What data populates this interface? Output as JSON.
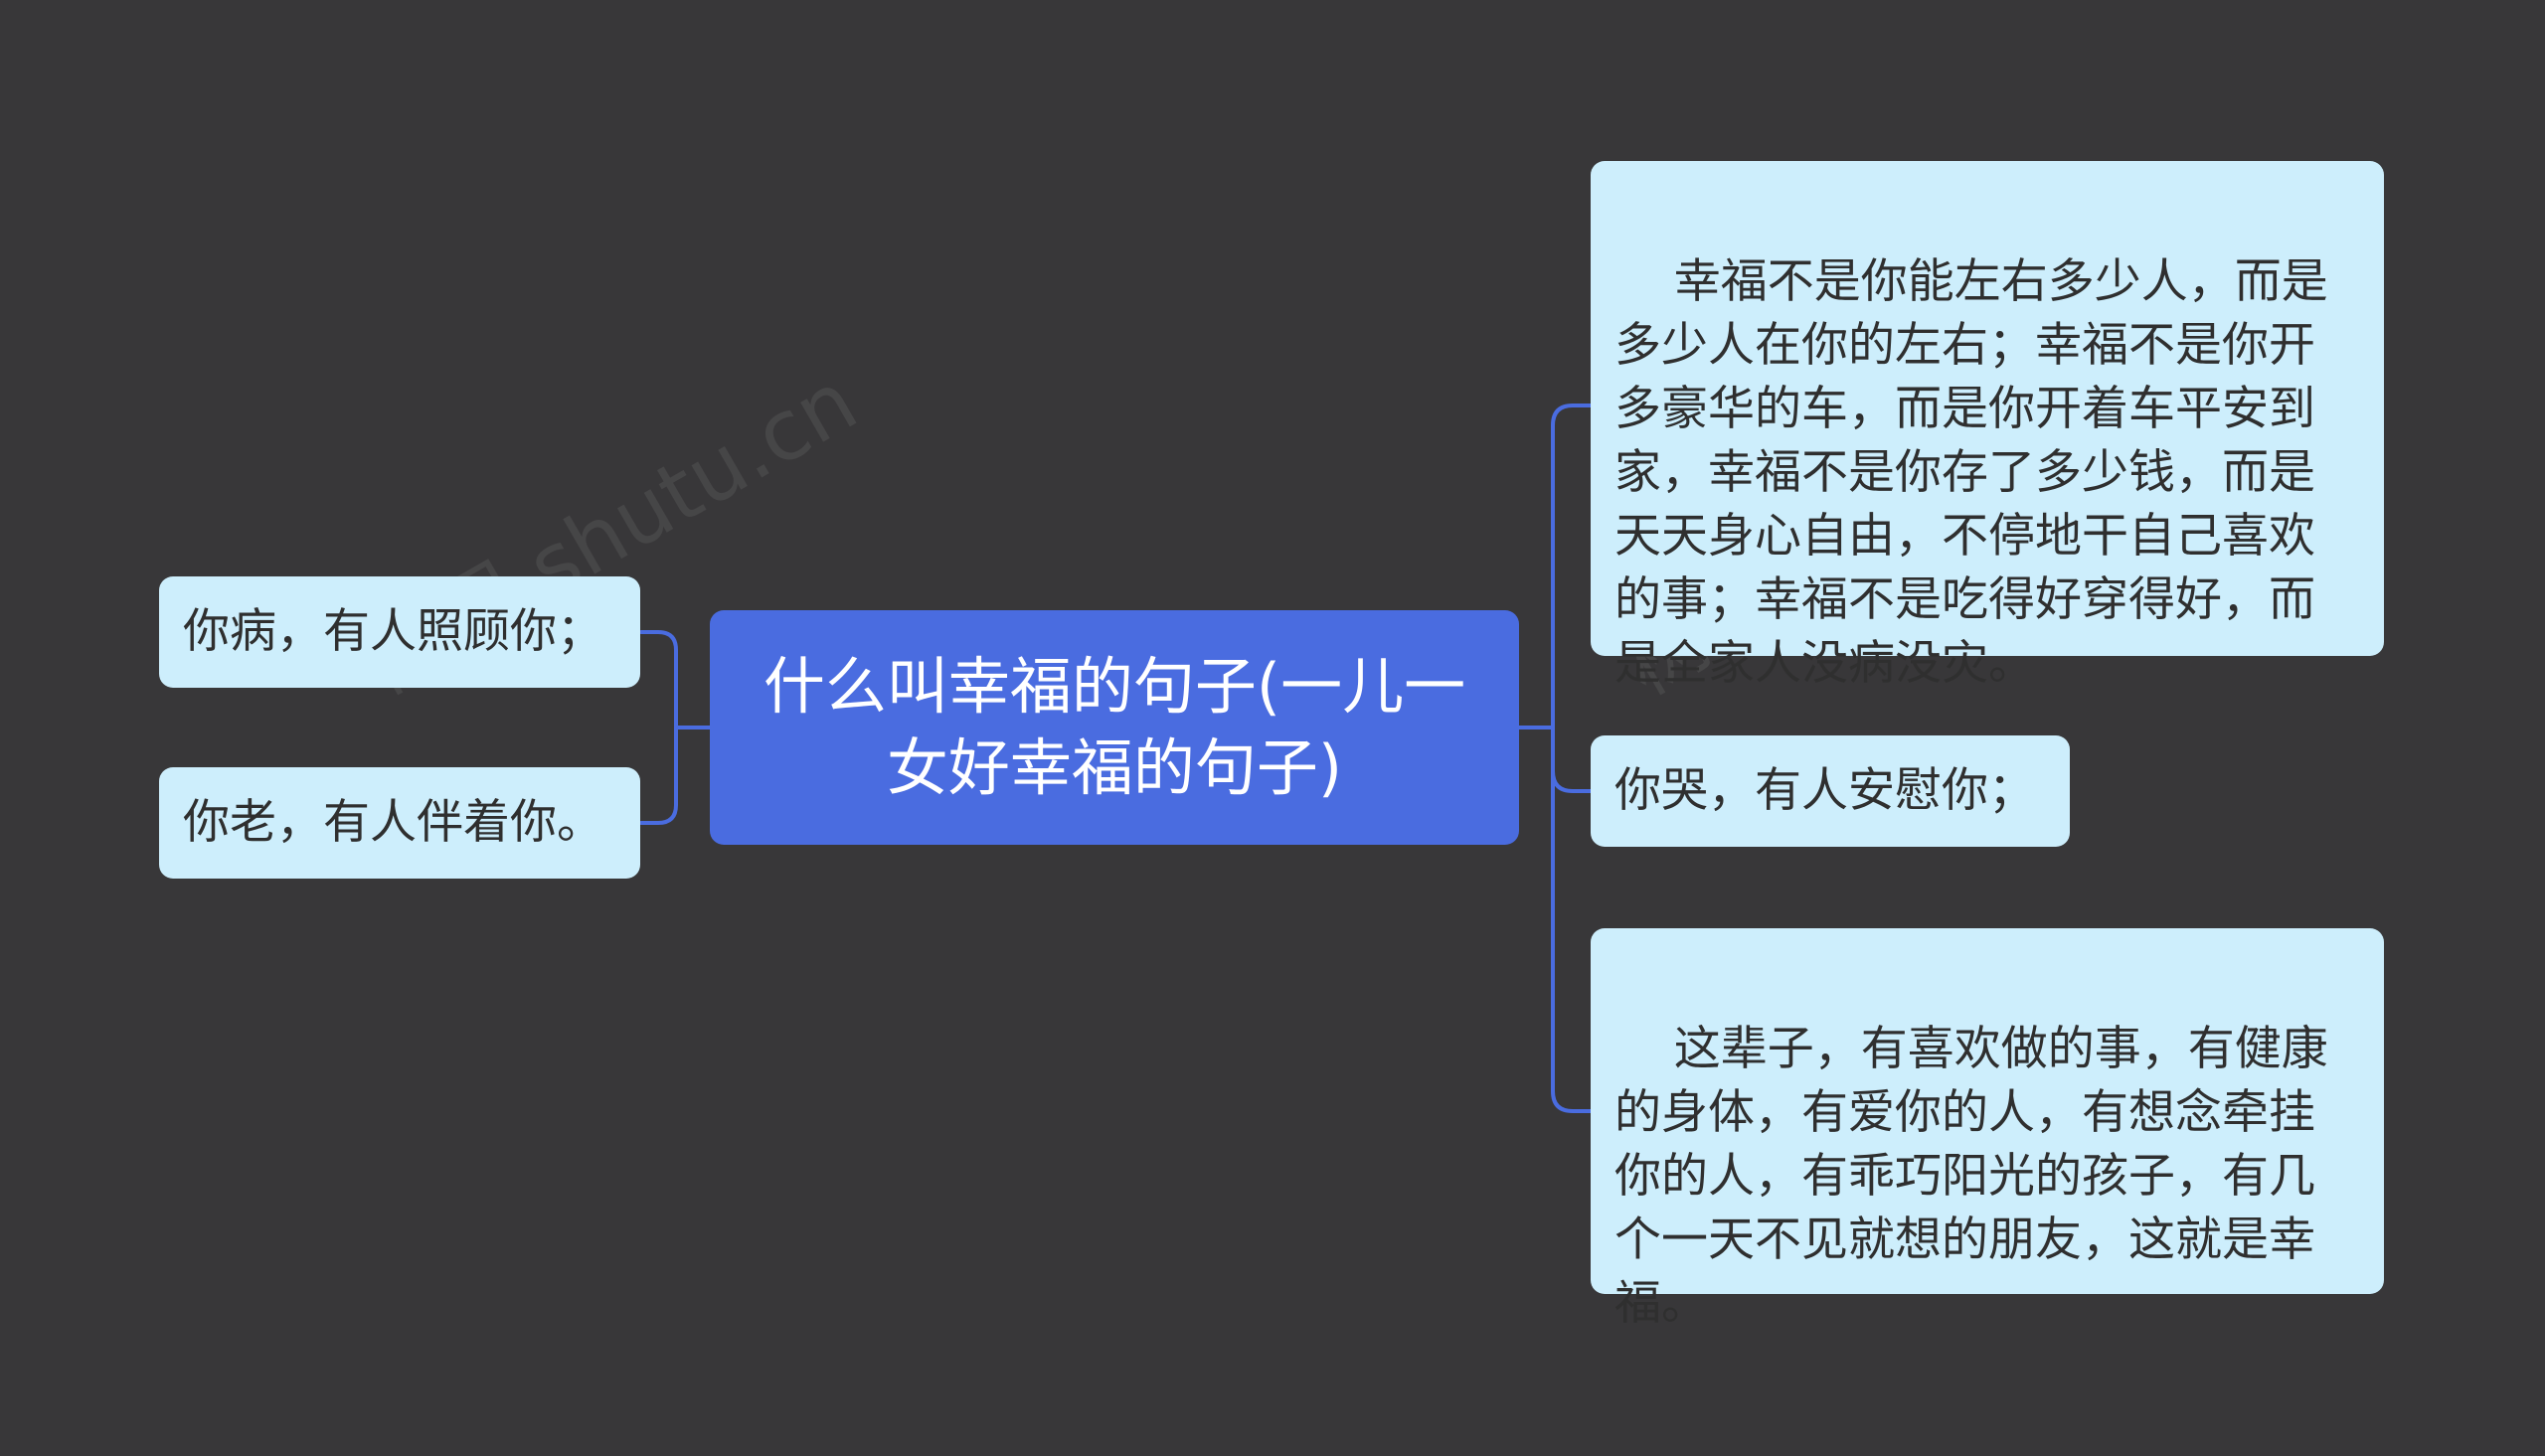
{
  "colors": {
    "background": "#383739",
    "root_fill": "#4a6ce0",
    "leaf_fill": "#cdeefc",
    "connector": "#4a6ce0"
  },
  "root": {
    "text": "什么叫幸福的句子(一儿一女好幸福的句子)"
  },
  "left_branches": [
    {
      "text": "你病，有人照顾你；"
    },
    {
      "text": "你老，有人伴着你。"
    }
  ],
  "right_branches": [
    {
      "text": "幸福不是你能左右多少人，而是多少人在你的左右；幸福不是你开多豪华的车，而是你开着车平安到家，幸福不是你存了多少钱，而是天天身心自由，不停地干自己喜欢的事；幸福不是吃得好穿得好，而是全家人没病没灾。"
    },
    {
      "text": "你哭，有人安慰你；"
    },
    {
      "text": "这辈子，有喜欢做的事，有健康的身体，有爱你的人，有想念牵挂你的人，有乖巧阳光的孩子，有几个一天不见就想的朋友，这就是幸福。"
    }
  ],
  "watermark": {
    "text": "树图 shutu.cn"
  }
}
